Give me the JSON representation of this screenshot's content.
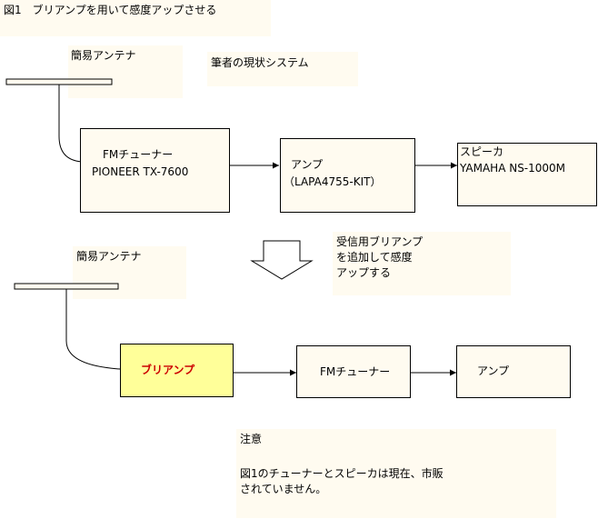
{
  "title": "図1　ブリアンプを用いて感度アップさせる",
  "diagram1": {
    "antenna_label": "簡易アンテナ",
    "caption": "筆者の現状システム",
    "tuner_line1": "FMチューナー",
    "tuner_line2": "PIONEER TX-7600",
    "amp_line1": "アンプ",
    "amp_line2": "（LAPA4755-KIT）",
    "speaker_line1": "スピーカ",
    "speaker_line2": "YAMAHA NS-1000M"
  },
  "transition_note": {
    "line1": "受信用ブリアンプ",
    "line2": "を追加して感度",
    "line3": "アップする"
  },
  "diagram2": {
    "antenna_label": "簡易アンテナ",
    "preamp": "ブリアンプ",
    "tuner": "FMチューナー",
    "amp": "アンプ"
  },
  "notice": {
    "heading": "注意",
    "line1": "図1のチューナーとスピーカは現在、市販",
    "line2": "されていません。"
  },
  "colors": {
    "note_bg": "#fffbf0",
    "preamp_bg": "#ffff99",
    "preamp_text": "#cc0000"
  }
}
